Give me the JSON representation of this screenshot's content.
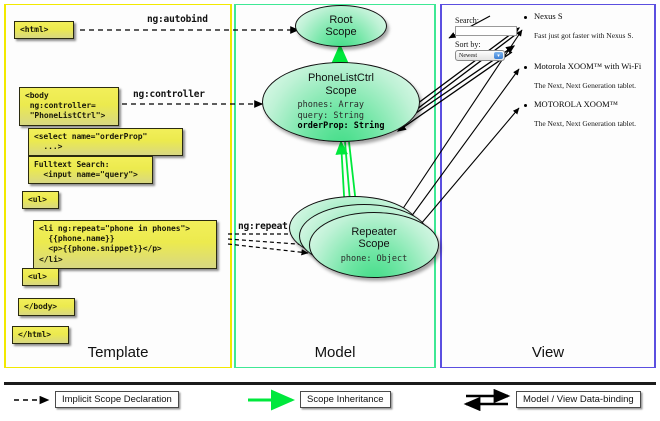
{
  "panels": [
    {
      "id": "template",
      "label": "Template",
      "border_color": "#f2e900"
    },
    {
      "id": "model",
      "label": "Model",
      "border_color": "#3fe895"
    },
    {
      "id": "view",
      "label": "View",
      "border_color": "#5b4fe0"
    }
  ],
  "template": {
    "boxes": [
      {
        "name": "html-open-box",
        "text": "<html>"
      },
      {
        "name": "body-open-box",
        "text": "<body\n ng:controller=\n \"PhoneListCtrl\">"
      },
      {
        "name": "select-box",
        "text": "<select name=\"orderProp\"\n  ...>"
      },
      {
        "name": "fulltext-box",
        "text": "Fulltext Search:\n  <input name=\"query\">"
      },
      {
        "name": "ul-open-box",
        "text": "<ul>"
      },
      {
        "name": "li-repeat-box",
        "text": "<li ng:repeat=\"phone in phones\">\n  {{phone.name}}\n  <p>{{phone.snippet}}</p>\n</li>"
      },
      {
        "name": "ul-close-box",
        "text": "<ul>"
      },
      {
        "name": "body-close-box",
        "text": "</body>"
      },
      {
        "name": "html-close-box",
        "text": "</html>"
      }
    ]
  },
  "connectors": [
    {
      "name": "ng-autobind-label",
      "text": "ng:autobind"
    },
    {
      "name": "ng-controller-label",
      "text": "ng:controller"
    },
    {
      "name": "ng-repeat-label",
      "text": "ng:repeat"
    }
  ],
  "model": {
    "scopes": [
      {
        "name": "root-scope",
        "title": "Root\nScope",
        "props": ""
      },
      {
        "name": "phonelistctrl-scope",
        "title": "PhoneListCtrl\nScope",
        "props_plain": "phones: Array\nquery: String",
        "props_bold": "orderProp: String"
      },
      {
        "name": "repeater-scope",
        "title": "Repeater\nScope",
        "props_plain": "phone: Object"
      }
    ]
  },
  "view": {
    "search_label": "Search:",
    "search_value": "",
    "sortby_label": "Sort by:",
    "sort_selected": "Newest",
    "sort_options": [
      "Newest"
    ],
    "phones": [
      {
        "title": "Nexus S",
        "desc": "Fast just got faster with Nexus S."
      },
      {
        "title": "Motorola XOOM™ with Wi-Fi",
        "desc": "The Next, Next Generation tablet."
      },
      {
        "title": "MOTOROLA XOOM™",
        "desc": "The Next, Next Generation tablet."
      }
    ]
  },
  "legend": [
    {
      "name": "legend-implicit-scope",
      "label": "Implicit Scope Declaration",
      "style": "dashed-black"
    },
    {
      "name": "legend-scope-inherit",
      "label": "Scope Inheritance",
      "style": "solid-green"
    },
    {
      "name": "legend-data-binding",
      "label": "Model / View Data-binding",
      "style": "double-black"
    }
  ],
  "colors": {
    "template_border": "#f2e900",
    "model_border": "#3fe895",
    "view_border": "#5b4fe0",
    "inheritance_arrow": "#00e83c",
    "code_box_fill": "#ecea4e",
    "scope_fill": "#3ddc84"
  }
}
